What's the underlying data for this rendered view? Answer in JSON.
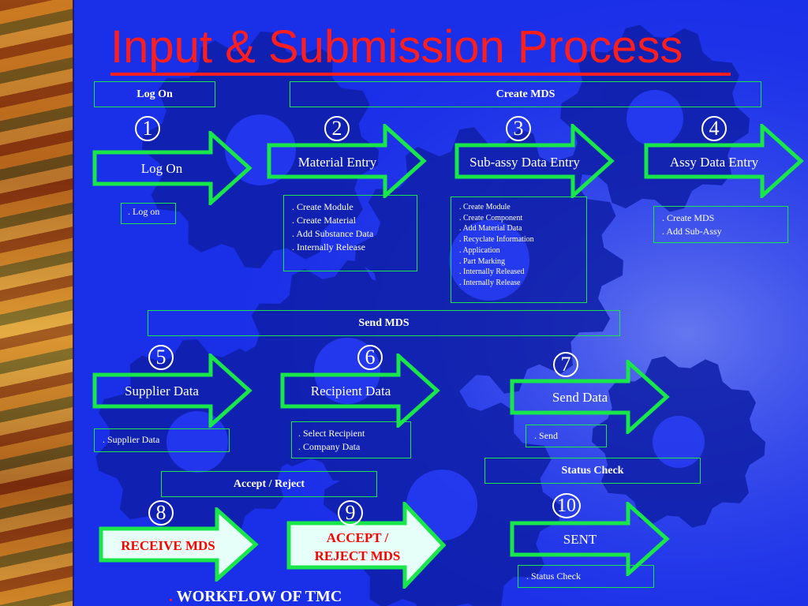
{
  "title": "Input & Submission Process",
  "headers": {
    "log_on": "Log On",
    "create_mds": "Create MDS",
    "send_mds": "Send MDS",
    "accept_reject": "Accept / Reject",
    "status_check": "Status Check"
  },
  "steps": [
    {
      "num": "1",
      "label": "Log On",
      "details": [
        ". Log on"
      ]
    },
    {
      "num": "2",
      "label": "Material Entry",
      "details": [
        ". Create Module",
        ". Create Material",
        ". Add Substance Data",
        ". Internally Release"
      ]
    },
    {
      "num": "3",
      "label": "Sub-assy Data Entry",
      "details": [
        ". Create Module",
        ". Create Component",
        ". Add Material Data",
        ". Recyclate Information",
        ". Application",
        ". Part Marking",
        ". Internally Released",
        ". Internally Release"
      ]
    },
    {
      "num": "4",
      "label": "Assy Data Entry",
      "details": [
        ". Create MDS",
        ". Add Sub-Assy"
      ]
    },
    {
      "num": "5",
      "label": "Supplier Data",
      "details": [
        ". Supplier Data"
      ]
    },
    {
      "num": "6",
      "label": "Recipient Data",
      "details": [
        ". Select Recipient",
        ". Company Data"
      ]
    },
    {
      "num": "7",
      "label": "Send Data",
      "details": [
        ". Send"
      ]
    },
    {
      "num": "8",
      "label": "RECEIVE MDS",
      "details": []
    },
    {
      "num": "9",
      "label": "ACCEPT / REJECT MDS",
      "label_lines": [
        "ACCEPT /",
        "REJECT MDS"
      ],
      "details": []
    },
    {
      "num": "10",
      "label": "SENT",
      "details": [
        ". Status Check"
      ]
    }
  ],
  "footer": {
    "dot": ".",
    "text": " WORKFLOW OF TMC"
  },
  "colors": {
    "background": "#1a2fe8",
    "accent_red": "#ff1e1e",
    "arrow_border": "#19e64a",
    "arrow_fill_light": "#e6fff8"
  }
}
